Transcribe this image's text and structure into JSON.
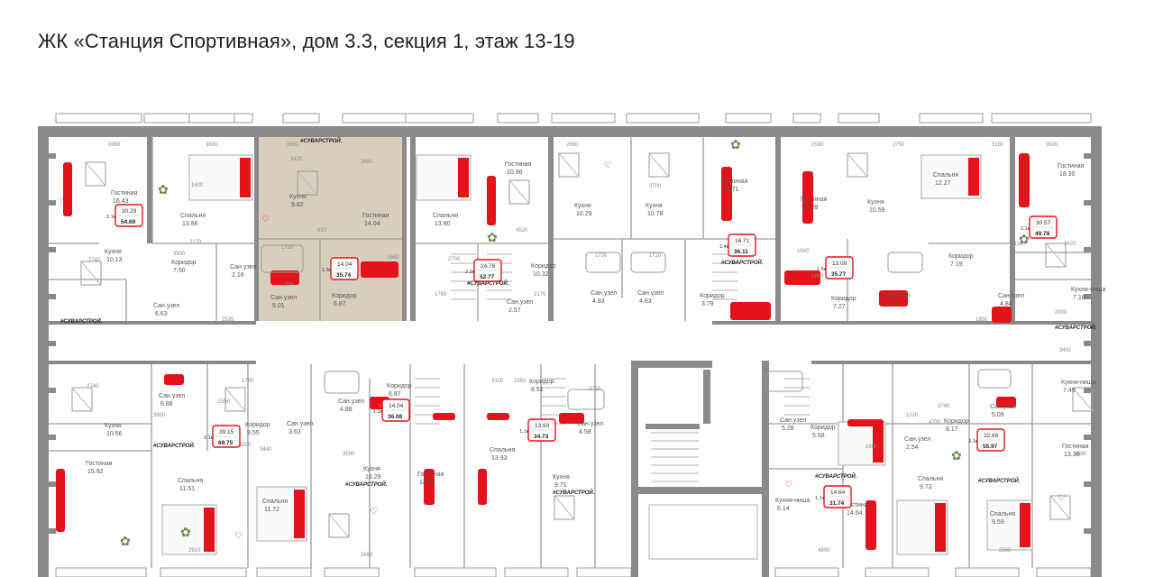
{
  "title": "ЖК «Станция Спортивная», дом 3.3, секция 1, этаж 13-19",
  "brand": "#СУВАРСТРОЙ.",
  "colors": {
    "wall": "#8a8a8a",
    "highlight": "#c9bfa6",
    "accent": "#e3121b",
    "line": "#c2c2c2",
    "text": "#555555"
  },
  "icons": [
    "bed",
    "sofa",
    "table-with-chairs",
    "stove",
    "bathtub",
    "toilet",
    "sink",
    "plant",
    "heart"
  ],
  "rooms": [
    {
      "id": "r1",
      "name": "Гостиная",
      "area": "16.43"
    },
    {
      "id": "r2",
      "name": "Спальня",
      "area": "13.86"
    },
    {
      "id": "r3",
      "name": "Кухня",
      "area": "9.82"
    },
    {
      "id": "r4",
      "name": "Гостиная",
      "area": "14.04"
    },
    {
      "id": "r5",
      "name": "Спальня",
      "area": "13.80"
    },
    {
      "id": "r6",
      "name": "Гостиная",
      "area": "10.96"
    },
    {
      "id": "r7",
      "name": "Кухня",
      "area": "10.29"
    },
    {
      "id": "r8",
      "name": "Кухня",
      "area": "10.78"
    },
    {
      "id": "r9",
      "name": "Гостиная",
      "area": "16.71"
    },
    {
      "id": "r10",
      "name": "Гостиная",
      "area": "13.09"
    },
    {
      "id": "r11",
      "name": "Кухня",
      "area": "10.59"
    },
    {
      "id": "r12",
      "name": "Спальня",
      "area": "12.27"
    },
    {
      "id": "r13",
      "name": "Гостиная",
      "area": "18.30"
    },
    {
      "id": "r14",
      "name": "Кухня",
      "area": "10.13"
    },
    {
      "id": "r15",
      "name": "Коридор",
      "area": "7.50"
    },
    {
      "id": "r16",
      "name": "Сан.узел",
      "area": "2.16"
    },
    {
      "id": "r17",
      "name": "Сан.узел",
      "area": "5.01"
    },
    {
      "id": "r18",
      "name": "Коридор",
      "area": "6.87"
    },
    {
      "id": "r19",
      "name": "Сан.узел",
      "area": "6.63"
    },
    {
      "id": "r20",
      "name": "Сан.узел",
      "area": "2.57"
    },
    {
      "id": "r21",
      "name": "Коридор",
      "area": "10.32"
    },
    {
      "id": "r22",
      "name": "Сан.узел",
      "area": "4.83"
    },
    {
      "id": "r23",
      "name": "Сан.узел",
      "area": "4.83"
    },
    {
      "id": "r24",
      "name": "Коридор",
      "area": "3.79"
    },
    {
      "id": "r25",
      "name": "Коридор",
      "area": "7.27"
    },
    {
      "id": "r26",
      "name": "Сан.узел",
      "area": "4.82"
    },
    {
      "id": "r27",
      "name": "Коридор",
      "area": "7.19"
    },
    {
      "id": "r28",
      "name": "Сан.узел",
      "area": "4.84"
    },
    {
      "id": "r29",
      "name": "Кухня-ниша",
      "area": "7.18"
    },
    {
      "id": "r30",
      "name": "Сан.узел",
      "area": "6.88"
    },
    {
      "id": "r31",
      "name": "Кухня",
      "area": "10.56"
    },
    {
      "id": "r32",
      "name": "Коридор",
      "area": "9.55"
    },
    {
      "id": "r33",
      "name": "Сан.узел",
      "area": "3.63"
    },
    {
      "id": "r34",
      "name": "Сан.узел",
      "area": "4.88"
    },
    {
      "id": "r35",
      "name": "Коридор",
      "area": "6.87"
    },
    {
      "id": "r36",
      "name": "Коридор",
      "area": "6.51"
    },
    {
      "id": "r37",
      "name": "Сан.узел",
      "area": "4.58"
    },
    {
      "id": "r38",
      "name": "Сан.узел",
      "area": "5.28"
    },
    {
      "id": "r39",
      "name": "Коридор",
      "area": "5.68"
    },
    {
      "id": "r40",
      "name": "Сан.узел",
      "area": "2.54"
    },
    {
      "id": "r41",
      "name": "Коридор",
      "area": "8.17"
    },
    {
      "id": "r42",
      "name": "Сан.узел",
      "area": "5.09"
    },
    {
      "id": "r43",
      "name": "Кухня-ниша",
      "area": "7.49"
    },
    {
      "id": "r44",
      "name": "Гостиная",
      "area": "15.92"
    },
    {
      "id": "r45",
      "name": "Спальня",
      "area": "11.51"
    },
    {
      "id": "r46",
      "name": "Спальня",
      "area": "11.72"
    },
    {
      "id": "r47",
      "name": "Кухня",
      "area": "10.29"
    },
    {
      "id": "r48",
      "name": "Гостиная",
      "area": "14.04"
    },
    {
      "id": "r49",
      "name": "Спальня",
      "area": "13.93"
    },
    {
      "id": "r50",
      "name": "Кухня",
      "area": "9.71"
    },
    {
      "id": "r51",
      "name": "Кухня-ниша",
      "area": "6.14"
    },
    {
      "id": "r52",
      "name": "Гостиная",
      "area": "14.64"
    },
    {
      "id": "r53",
      "name": "Спальня",
      "area": "9.73"
    },
    {
      "id": "r54",
      "name": "Спальня",
      "area": "9.59"
    },
    {
      "id": "r55",
      "name": "Гостиная",
      "area": "13.36"
    }
  ],
  "apartments": [
    {
      "id": "a1",
      "type": "2.1к",
      "living": "30.29",
      "total": "54.69"
    },
    {
      "id": "a2",
      "type": "1.3к",
      "living": "14.04",
      "total": "35.74"
    },
    {
      "id": "a3",
      "type": "2.2к",
      "living": "24.76",
      "total": "52.77"
    },
    {
      "id": "a4",
      "type": "1.4к",
      "living": "16.71",
      "total": "36.11"
    },
    {
      "id": "a5",
      "type": "1.5к",
      "living": "13.09",
      "total": "35.77"
    },
    {
      "id": "a6",
      "type": "2.1к",
      "living": "30.57",
      "total": "49.78"
    },
    {
      "id": "a7",
      "type": "3.1к",
      "living": "39.15",
      "total": "69.75"
    },
    {
      "id": "a8",
      "type": "1.2к",
      "living": "14.04",
      "total": "36.08"
    },
    {
      "id": "a9",
      "type": "1.1к",
      "living": "13.93",
      "total": "34.73"
    },
    {
      "id": "a10",
      "type": "1.1к",
      "living": "14.64",
      "total": "31.74"
    },
    {
      "id": "a11",
      "type": "3.1к",
      "living": "32.68",
      "total": "55.97"
    }
  ],
  "dimensions": [
    "3960",
    "3600",
    "3650",
    "2680",
    "3420",
    "1600",
    "2650",
    "3700",
    "2590",
    "2750",
    "3180",
    "3500",
    "2740",
    "3500",
    "2170",
    "1720",
    "1200",
    "810",
    "1660",
    "2535",
    "1750",
    "4520",
    "2700",
    "2175",
    "1720",
    "1720",
    "1680",
    "1860",
    "3180",
    "1850",
    "2620",
    "2740",
    "1780",
    "3600",
    "1550",
    "3590",
    "3100",
    "2950",
    "3720",
    "1660",
    "3740",
    "4730",
    "5900",
    "3440",
    "1820",
    "1220",
    "2650",
    "2565",
    "4800",
    "2910",
    "2890",
    "3400",
    "2900"
  ]
}
